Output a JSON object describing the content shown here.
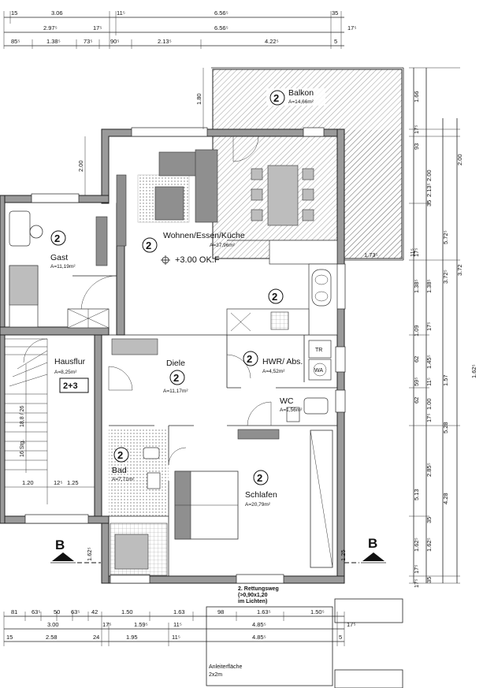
{
  "rooms": {
    "balkon": {
      "number": "2",
      "name": "Balkon",
      "area": "A=14,66m²"
    },
    "wohnen": {
      "number": "2",
      "name": "Wohnen/Essen/Küche",
      "area": "A=37,96m²"
    },
    "gast": {
      "number": "2",
      "name": "Gast",
      "area": "A=11,19m²"
    },
    "hausflur": {
      "number": "2+3",
      "name": "Hausflur",
      "area": "A=8,25m²"
    },
    "diele": {
      "number": "2",
      "name": "Diele",
      "area": "A=11,17m²"
    },
    "hwr": {
      "number": "2",
      "name": "HWR/ Abs.",
      "area": "A=4,52m²"
    },
    "wc": {
      "number": "",
      "name": "WC",
      "area": "A=1,56m²"
    },
    "bad": {
      "number": "2",
      "name": "Bad",
      "area": "A=7,71m²"
    },
    "schlafen": {
      "number": "2",
      "name": "Schlafen",
      "area": "A=20,79m²"
    },
    "extra": {
      "number": "2"
    }
  },
  "level": "+3.00 OK.F",
  "stair": {
    "steps": "16 Stg.",
    "rise": "18,8 / 26"
  },
  "appliances": {
    "tr": "TR",
    "wa": "WA"
  },
  "section_left": "B",
  "section_right": "B",
  "escape": {
    "line1": "2. Rettungsweg",
    "line2": "(>0,90x1,20",
    "line3": "im Lichten)"
  },
  "ladder": {
    "line1": "Anleiterfläche",
    "line2": "2x2m"
  },
  "dims_top": {
    "r1": [
      "15",
      "3.06",
      "11⁵",
      "6.56⁵",
      "35"
    ],
    "r2": [
      "2.97⁵",
      "17⁵",
      "6.56⁵",
      "17⁵"
    ],
    "r3": [
      "85⁵",
      "1.38⁵",
      "73⁵",
      "90⁵",
      "2.13⁵",
      "4.22⁵",
      "5"
    ]
  },
  "dims_bottom": {
    "r1": [
      "81",
      "63⁵",
      "50",
      "63⁵",
      "42",
      "1.50",
      "1.63",
      "98",
      "1.63⁵",
      "1.50⁵"
    ],
    "r2": [
      "3.00",
      "17⁵",
      "1.59⁵",
      "11⁵",
      "4.85⁵",
      "17⁵"
    ],
    "r3": [
      "15",
      "2.58",
      "24",
      "1.95",
      "11⁵",
      "4.85⁵",
      "5"
    ]
  },
  "dims_right": {
    "c1": [
      "1.66",
      "17⁵",
      "93",
      "17⁵",
      "1.38⁵",
      "1.09",
      "62",
      "59⁵",
      "62",
      "5.13",
      "1.62⁵",
      "17⁵",
      "17⁵"
    ],
    "c2": [
      "2.00",
      "2.13⁵",
      "35",
      "1.38⁵",
      "17⁵",
      "1.45⁵",
      "11⁵",
      "1.00",
      "17⁵",
      "2.85⁵",
      "35",
      "1.62⁵",
      "35"
    ],
    "c3": [
      "5.72⁵",
      "3.72⁵",
      "1.57",
      "5.28",
      "4.28"
    ],
    "c4": [
      "2.00",
      "3.72",
      "1.62⁵"
    ]
  },
  "dims_inner": [
    "2.00",
    "1.80",
    "1.73⁵",
    "11⁵",
    "1.20",
    "12⁵",
    "1.25",
    "1.62⁵",
    "1.25"
  ]
}
